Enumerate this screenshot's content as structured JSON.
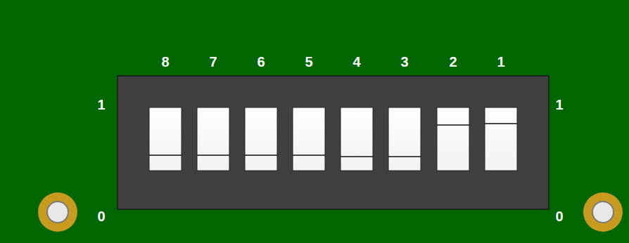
{
  "diagram": {
    "labels": [
      "8",
      "7",
      "6",
      "5",
      "4",
      "3",
      "2",
      "1",
      "1",
      "1",
      "0",
      "0"
    ]
  }
}
